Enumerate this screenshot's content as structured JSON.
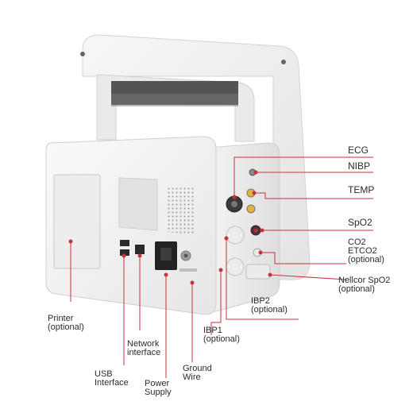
{
  "colors": {
    "leader_line": "#c8323c",
    "device_body": "#f1f1f1",
    "label_text": "#2b2b2b"
  },
  "labels": {
    "ecg": "ECG",
    "nibp": "NIBP",
    "temp": "TEMP",
    "spo2": "SpO2",
    "co2": {
      "line1": "CO2",
      "line2": "ETCO2",
      "line3": "(optional)"
    },
    "nellcor": {
      "line1": "Nellcor SpO2",
      "line2": "(optional)"
    },
    "ibp2": {
      "line1": "IBP2",
      "line2": "(optional)"
    },
    "ibp1": {
      "line1": "IBP1",
      "line2": "(optional)"
    },
    "printer": {
      "line1": "Printer",
      "line2": "(optional)"
    },
    "network": {
      "line1": "Network",
      "line2": "interface"
    },
    "usb": {
      "line1": "USB",
      "line2": "Interface"
    },
    "power": {
      "line1": "Power",
      "line2": "Supply"
    },
    "ground": {
      "line1": "Ground",
      "line2": "Wire"
    }
  }
}
